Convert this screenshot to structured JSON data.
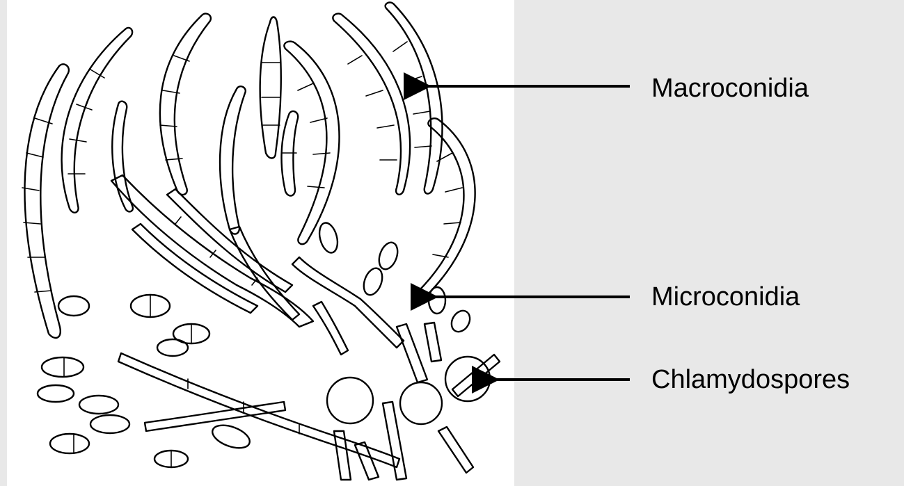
{
  "labels": {
    "macroconidia": "Macroconidia",
    "microconidia": "Microconidia",
    "chlamydospores": "Chlamydospores"
  },
  "colors": {
    "background": "#e8e8e8",
    "panel": "#ffffff",
    "ink": "#000000"
  }
}
